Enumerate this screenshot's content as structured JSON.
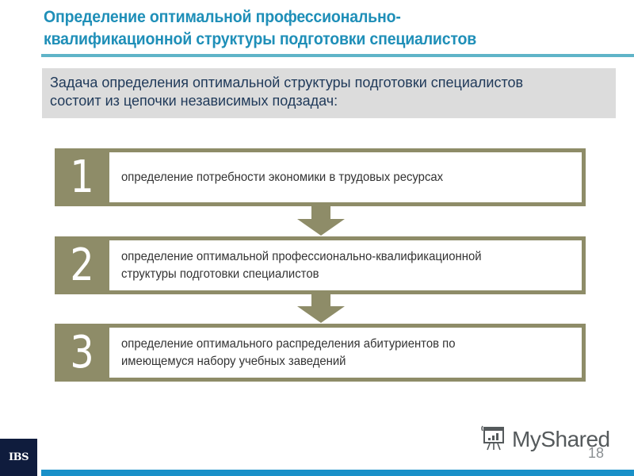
{
  "slide": {
    "title": {
      "line1": "Определение оптимальной профессионально-",
      "line2": "квалификационной структуры подготовки специалистов"
    },
    "intro": {
      "line1": "Задача определения  оптимальной структуры подготовки специалистов",
      "line2": "состоит  из цепочки независимых  подзадач:"
    },
    "steps": [
      {
        "number": "1",
        "lines": [
          "определение потребности экономики в трудовых ресурсах"
        ]
      },
      {
        "number": "2",
        "lines": [
          "определение оптимальной профессионально-квалификационной",
          "структуры подготовки специалистов"
        ]
      },
      {
        "number": "3",
        "lines": [
          "определение оптимального распределения абитуриентов по",
          "имеющемуся набору учебных заведений"
        ]
      }
    ],
    "footer": {
      "logo": "IBS",
      "watermark": "MyShared",
      "watermark_icon": "presentation-chart-icon",
      "page_number": "18"
    },
    "colors": {
      "title": "#1f8fb8",
      "title_rule": "#5fb4c8",
      "intro_bg": "#dcdcdc",
      "intro_text": "#203a5a",
      "step_olive": "#8e8c68",
      "footer_bar": "#1990c8",
      "logo_bg": "#0f1c3d"
    }
  }
}
